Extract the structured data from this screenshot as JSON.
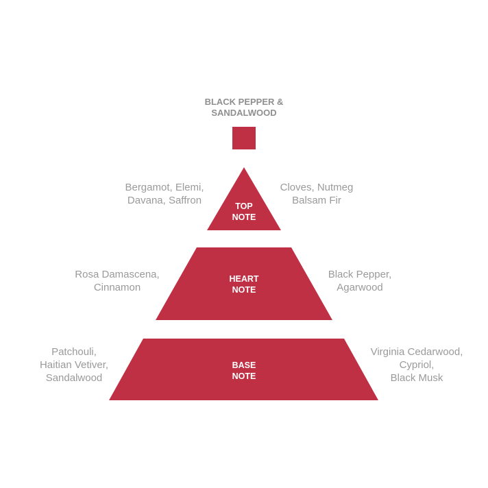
{
  "title": "BLACK PEPPER &\nSANDALWOOD",
  "accent_color": "#c03045",
  "tiers": {
    "top": {
      "label": "TOP\nNOTE",
      "left": "Bergamot, Elemi,\nDavana, Saffron",
      "right": "Cloves, Nutmeg\nBalsam Fir"
    },
    "heart": {
      "label": "HEART\nNOTE",
      "left": "Rosa Damascena,\nCinnamon",
      "right": "Black Pepper,\nAgarwood"
    },
    "base": {
      "label": "BASE\nNOTE",
      "left": "Patchouli,\nHaitian Vetiver,\nSandalwood",
      "right": "Virginia Cedarwood,\nCypriol,\nBlack Musk"
    }
  }
}
